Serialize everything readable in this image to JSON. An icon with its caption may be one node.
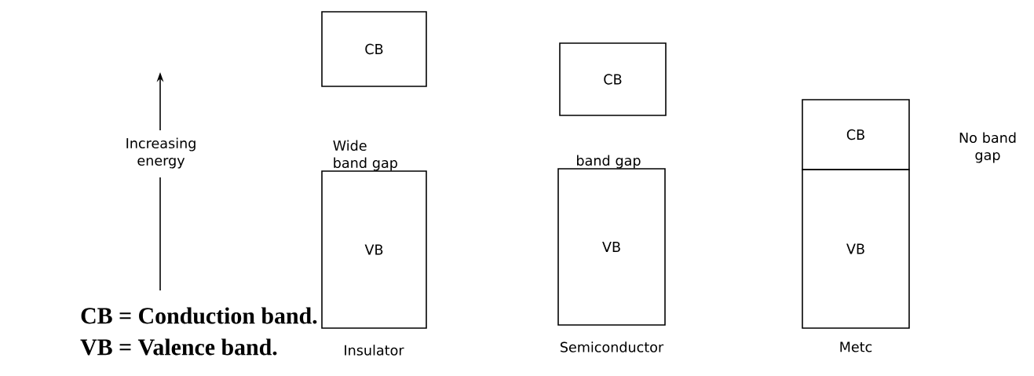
{
  "diagram": {
    "nodes": [
      {
        "text": [
          "CB"
        ]
      },
      {
        "text": [
          "VB"
        ],
        "beside": [
          "Insulator"
        ]
      },
      {
        "text": [
          "CB"
        ]
      },
      {
        "text": [
          "VB"
        ],
        "beside": [
          "Semiconductor"
        ]
      },
      {
        "text": [
          "CB"
        ]
      },
      {
        "text": [
          "VB"
        ],
        "beside": [
          "Metc"
        ]
      }
    ],
    "labels": [
      "Wide band gap",
      "band gap",
      "No band gap",
      "Increasing energy",
      "CB = Conduction band.",
      "VB = Valence band."
    ]
  }
}
